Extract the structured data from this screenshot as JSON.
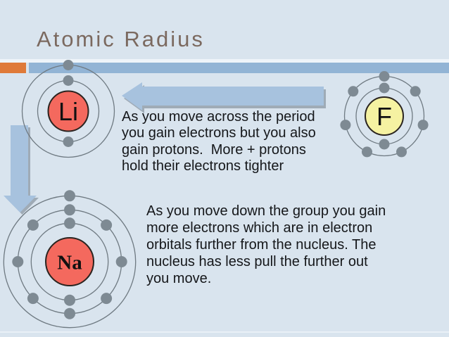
{
  "slide": {
    "title": "Atomic Radius",
    "paragraphs": {
      "across": {
        "lines": [
          "As you move across the period",
          "you gain electrons but you also",
          "gain protons.  More + protons",
          "hold their electrons tighter"
        ]
      },
      "down": {
        "lines": [
          "As you move down the group you gain",
          "more electrons which are in electron",
          "orbitals further from the nucleus. The",
          "nucleus has less pull the further out",
          "you move."
        ]
      }
    },
    "atoms": [
      {
        "symbol": "Li",
        "shells": [
          2,
          1
        ],
        "nucleus_color": "#f4695e"
      },
      {
        "symbol": "F",
        "shells": [
          2,
          7
        ],
        "nucleus_color": "#f5f2a2"
      },
      {
        "symbol": "Na",
        "shells": [
          2,
          8,
          1
        ],
        "nucleus_color": "#f4695e"
      }
    ],
    "arrows": [
      {
        "name": "across-period-arrow",
        "direction": "left"
      },
      {
        "name": "down-group-arrow",
        "direction": "down"
      }
    ],
    "colors": {
      "background": "#d9e4ee",
      "title_text": "#7b695f",
      "accent_orange": "#df7a39",
      "accent_blue_bar": "#92b4d5",
      "arrow_fill": "#a7c2de",
      "electron_dot": "#7e8a93",
      "orbit_ring": "#6f7a82",
      "nucleus_outline": "#2a2420",
      "nucleus_red": "#f4695e",
      "nucleus_yellow": "#f5f2a2",
      "body_text": "#15171a"
    }
  }
}
